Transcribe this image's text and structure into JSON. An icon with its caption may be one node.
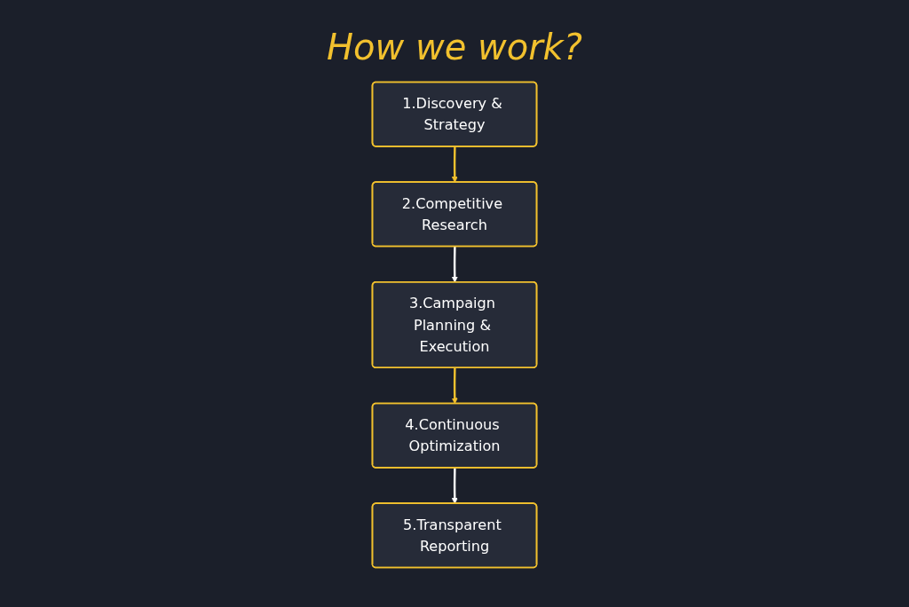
{
  "diagram": {
    "title": "How we work?",
    "nodes": [
      {
        "text": [
          "1.Discovery & Strategy"
        ]
      },
      {
        "text": [
          "2.Competitive Research"
        ]
      },
      {
        "text": [
          "3.Campaign Planning & Execution"
        ]
      },
      {
        "text": [
          "4.Continuous Optimization"
        ]
      },
      {
        "text": [
          "5.Transparent Reporting"
        ]
      }
    ],
    "edges": [
      {
        "from": 0,
        "to": 1,
        "arrow": "to",
        "color": "#f2c12e"
      },
      {
        "from": 1,
        "to": 2,
        "arrow": "to",
        "color": "#ffffff"
      },
      {
        "from": 2,
        "to": 3,
        "arrow": "to",
        "color": "#f2c12e"
      },
      {
        "from": 3,
        "to": 4,
        "arrow": "to",
        "color": "#ffffff"
      }
    ]
  }
}
